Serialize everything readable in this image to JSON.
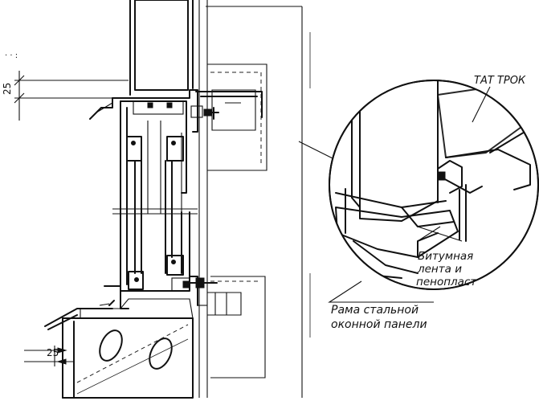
{
  "dimensions": {
    "upper": "25",
    "lower": "25"
  },
  "callouts": {
    "top_partial": "ТАТ ТРОК",
    "tape_line1": "Битумная",
    "tape_line2": "лента и",
    "tape_line3": "пенопласт",
    "frame_line1": "Рама стальной",
    "frame_line2": "оконной панели"
  }
}
